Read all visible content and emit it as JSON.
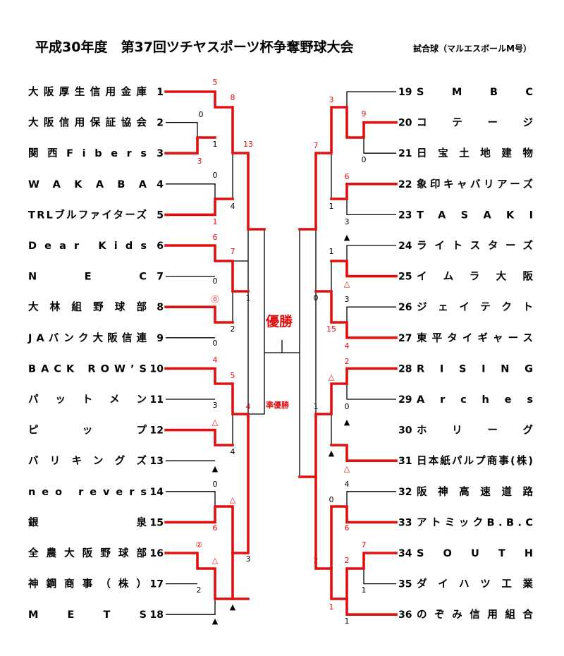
{
  "title": "平成30年度　第37回ツチヤスポーツ杯争奪野球大会",
  "subtitle": "試合球（マルエスボールM号）",
  "champion_label": "優勝",
  "runner_up_label": "準優勝",
  "colors": {
    "winner": "#e01010",
    "line": "#000000",
    "background": "#ffffff"
  },
  "teams_left": [
    {
      "seed": "1",
      "name": "大阪厚生信用金庫"
    },
    {
      "seed": "2",
      "name": "大阪信用保証協会"
    },
    {
      "seed": "3",
      "name": "関西Fibers"
    },
    {
      "seed": "4",
      "name": "WAKABA"
    },
    {
      "seed": "5",
      "name": "TRLブルファイターズ"
    },
    {
      "seed": "6",
      "name": "Dear Kids"
    },
    {
      "seed": "7",
      "name": "NEC"
    },
    {
      "seed": "8",
      "name": "大林組野球部"
    },
    {
      "seed": "9",
      "name": "JAバンク大阪信連"
    },
    {
      "seed": "10",
      "name": "BACK ROW’S"
    },
    {
      "seed": "11",
      "name": "パットメン"
    },
    {
      "seed": "12",
      "name": "ピップ"
    },
    {
      "seed": "13",
      "name": "バリキングズ"
    },
    {
      "seed": "14",
      "name": "neo revers"
    },
    {
      "seed": "15",
      "name": "銀泉"
    },
    {
      "seed": "16",
      "name": "全農大阪野球部"
    },
    {
      "seed": "17",
      "name": "神鋼商事（株）"
    },
    {
      "seed": "18",
      "name": "METS"
    }
  ],
  "teams_right": [
    {
      "seed": "19",
      "name": "SMBC"
    },
    {
      "seed": "20",
      "name": "コテージ"
    },
    {
      "seed": "21",
      "name": "日宝土地建物"
    },
    {
      "seed": "22",
      "name": "象印キャバリアーズ"
    },
    {
      "seed": "23",
      "name": "TASAKI"
    },
    {
      "seed": "24",
      "name": "ライトスターズ"
    },
    {
      "seed": "25",
      "name": "イムラ大阪"
    },
    {
      "seed": "26",
      "name": "ジェイテクト"
    },
    {
      "seed": "27",
      "name": "東平タイギャース"
    },
    {
      "seed": "28",
      "name": "RISING"
    },
    {
      "seed": "29",
      "name": "Arches"
    },
    {
      "seed": "30",
      "name": "ホリーグ"
    },
    {
      "seed": "31",
      "name": "日本紙パルプ商事(株)"
    },
    {
      "seed": "32",
      "name": "阪神高速道路"
    },
    {
      "seed": "33",
      "name": "アトミックB.B.C"
    },
    {
      "seed": "34",
      "name": "SOUTH"
    },
    {
      "seed": "35",
      "name": "ダイハツ工業"
    },
    {
      "seed": "36",
      "name": "のぞみ信用組合"
    }
  ],
  "scores": [
    {
      "id": "L1a",
      "value": "5",
      "win": true
    },
    {
      "id": "L1b",
      "value": "8",
      "win": true
    },
    {
      "id": "L1c",
      "value": "0",
      "win": false
    },
    {
      "id": "L1d",
      "value": "1",
      "win": false
    },
    {
      "id": "L1e",
      "value": "3",
      "win": true
    },
    {
      "id": "L1f",
      "value": "13",
      "win": true
    },
    {
      "id": "L1g",
      "value": "0",
      "win": false
    },
    {
      "id": "L1h",
      "value": "4",
      "win": false
    },
    {
      "id": "L1i",
      "value": "1",
      "win": true
    },
    {
      "id": "L2a",
      "value": "6",
      "win": true
    },
    {
      "id": "L2b",
      "value": "7",
      "win": true
    },
    {
      "id": "L2c",
      "value": "0",
      "win": false
    },
    {
      "id": "L2d",
      "value": "1",
      "win": false
    },
    {
      "id": "L2e",
      "value": "⓪",
      "win": true
    },
    {
      "id": "L2f",
      "value": "2",
      "win": false
    },
    {
      "id": "L2g",
      "value": "0",
      "win": false
    },
    {
      "id": "L3a",
      "value": "4",
      "win": true
    },
    {
      "id": "L3b",
      "value": "5",
      "win": true
    },
    {
      "id": "L3c",
      "value": "3",
      "win": false
    },
    {
      "id": "L3d",
      "value": "4",
      "win": true
    },
    {
      "id": "L3e",
      "value": "△",
      "win": true
    },
    {
      "id": "L3f",
      "value": "4",
      "win": false
    },
    {
      "id": "L3g",
      "value": "▲",
      "win": false
    },
    {
      "id": "L4a",
      "value": "0",
      "win": false
    },
    {
      "id": "L4b",
      "value": "△",
      "win": true
    },
    {
      "id": "L4c",
      "value": "6",
      "win": true
    },
    {
      "id": "L4d",
      "value": "3",
      "win": false
    },
    {
      "id": "L4e",
      "value": "②",
      "win": true
    },
    {
      "id": "L4f",
      "value": "△",
      "win": true
    },
    {
      "id": "L4g",
      "value": "2",
      "win": false
    },
    {
      "id": "L4h",
      "value": "▲",
      "win": false
    },
    {
      "id": "L4i",
      "value": "▲",
      "win": false
    },
    {
      "id": "R1a",
      "value": "3",
      "win": true
    },
    {
      "id": "R1b",
      "value": "9",
      "win": true
    },
    {
      "id": "R1c",
      "value": "0",
      "win": false
    },
    {
      "id": "R1d",
      "value": "7",
      "win": true
    },
    {
      "id": "R1e",
      "value": "6",
      "win": true
    },
    {
      "id": "R1f",
      "value": "1",
      "win": false
    },
    {
      "id": "R1g",
      "value": "3",
      "win": false
    },
    {
      "id": "R2a",
      "value": "▲",
      "win": false
    },
    {
      "id": "R2b",
      "value": "1",
      "win": false
    },
    {
      "id": "R2c",
      "value": "△",
      "win": true
    },
    {
      "id": "R2d",
      "value": "0",
      "win": false
    },
    {
      "id": "R2e",
      "value": "3",
      "win": false
    },
    {
      "id": "R2f",
      "value": "15",
      "win": true
    },
    {
      "id": "R2g",
      "value": "4",
      "win": true
    },
    {
      "id": "R3a",
      "value": "2",
      "win": true
    },
    {
      "id": "R3b",
      "value": "△",
      "win": true
    },
    {
      "id": "R3c",
      "value": "0",
      "win": false
    },
    {
      "id": "R3d",
      "value": "1",
      "win": false
    },
    {
      "id": "R3e",
      "value": "▲",
      "win": false
    },
    {
      "id": "R3f",
      "value": "▲",
      "win": false
    },
    {
      "id": "R3g",
      "value": "△",
      "win": true
    },
    {
      "id": "R4a",
      "value": "4",
      "win": false
    },
    {
      "id": "R4b",
      "value": "0",
      "win": false
    },
    {
      "id": "R4c",
      "value": "6",
      "win": true
    },
    {
      "id": "R4d",
      "value": "7",
      "win": true
    },
    {
      "id": "R4e",
      "value": "2",
      "win": true
    },
    {
      "id": "R4f",
      "value": "2",
      "win": true
    },
    {
      "id": "R4g",
      "value": "1",
      "win": false
    },
    {
      "id": "R4h",
      "value": "1",
      "win": true
    },
    {
      "id": "R4i",
      "value": "1",
      "win": false
    }
  ]
}
